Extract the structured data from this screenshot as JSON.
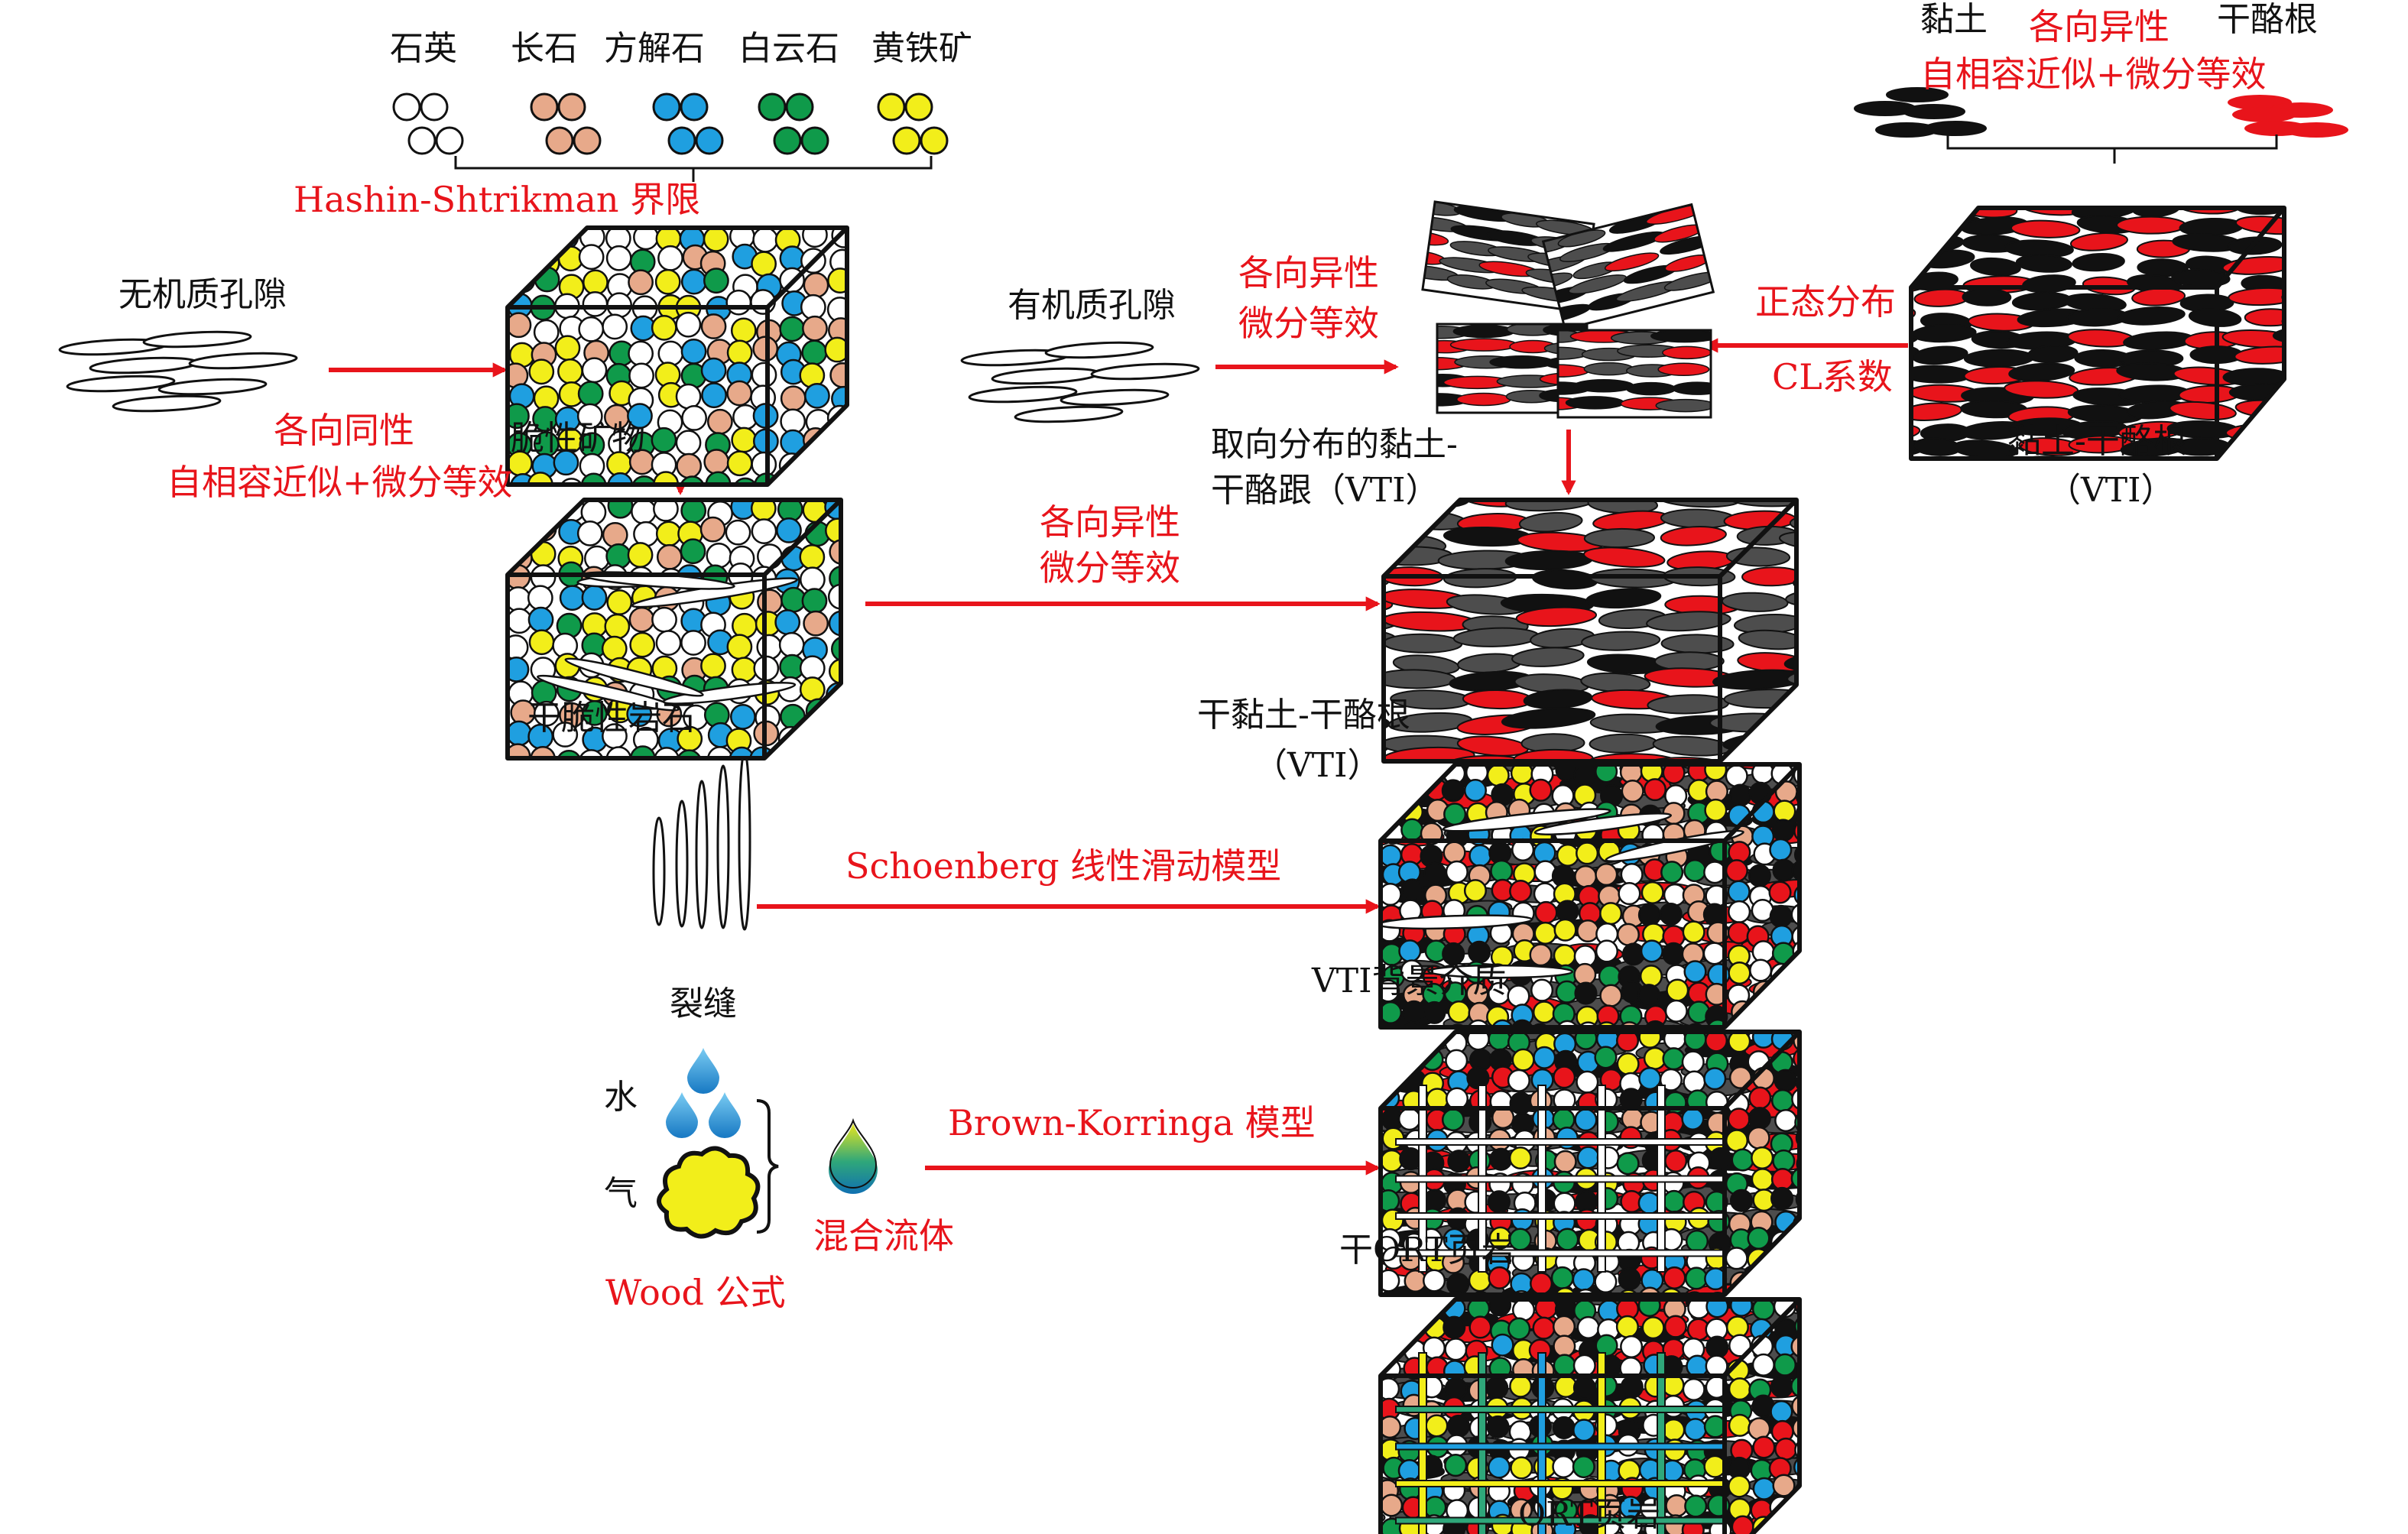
{
  "colors": {
    "red": "#e8141b",
    "quartz": "#ffffff",
    "feldspar": "#e7a98a",
    "calcite": "#1f9fe0",
    "dolomite": "#0f9a4a",
    "pyrite": "#f2ee1a",
    "clay": "#4d4d4d",
    "kerogen": "#e8141b",
    "fluid_gradient_top": "#f2e91a",
    "fluid_gradient_bottom": "#0f6fb3"
  },
  "minerals": {
    "quartz": "石英",
    "feldspar": "长石",
    "calcite": "方解石",
    "dolomite": "白云石",
    "pyrite": "黄铁矿"
  },
  "labels": {
    "hashin": "Hashin-Shtrikman 界限",
    "inorganic_pores": "无机质孔隙",
    "iso_method_1": "各向同性",
    "iso_method_2": "自相容近似+微分等效",
    "brittle_minerals": "脆性矿物",
    "dry_brittle_rock": "干脆性岩石",
    "organic_pores": "有机质孔隙",
    "aniso_dem_top_1": "各向异性",
    "aniso_dem_top_2": "微分等效",
    "oriented_1": "取向分布的黏土-",
    "oriented_2": "干酪跟（VTI）",
    "clay": "黏土",
    "kerogen": "干酪根",
    "aniso_sca_1": "各向异性",
    "aniso_sca_2": "自相容近似+微分等效",
    "normal_dist": "正态分布",
    "cl_coeff": "CL系数",
    "clay_kerogen_1": "黏土-干酪根",
    "clay_kerogen_2": "（VTI）",
    "aniso_dem_mid_1": "各向异性",
    "aniso_dem_mid_2": "微分等效",
    "dry_clay_kerogen_1": "干黏土-干酪根",
    "dry_clay_kerogen_2": "（VTI）",
    "fractures": "裂缝",
    "schoenberg": "Schoenberg 线性滑动模型",
    "vti_background": "VTI背景介质",
    "water": "水",
    "gas": "气",
    "mixed_fluid": "混合流体",
    "wood": "Wood 公式",
    "brown_korringa": "Brown-Korringa 模型",
    "dry_ort_shale": "干ORT页岩",
    "ort_shale": "ORT页岩"
  }
}
